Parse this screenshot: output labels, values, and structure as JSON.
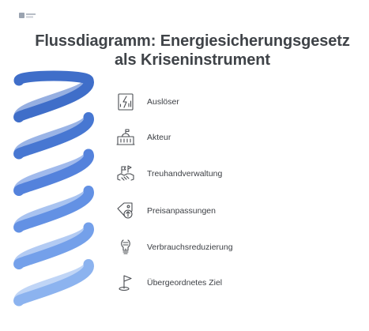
{
  "diagram": {
    "title": "Flussdiagramm: Energiesicherungsgesetz als Kriseninstrument",
    "spiral_colors": [
      "#3f6ec9",
      "#4777d2",
      "#5482dc",
      "#6391e4",
      "#74a0ea",
      "#8cb3ef"
    ],
    "steps": [
      {
        "label": "Auslöser",
        "icon": "lightning-chart-icon"
      },
      {
        "label": "Akteur",
        "icon": "government-building-icon"
      },
      {
        "label": "Treuhandverwaltung",
        "icon": "handshake-flag-icon"
      },
      {
        "label": "Preisanpassungen",
        "icon": "price-tag-up-icon"
      },
      {
        "label": "Verbrauchsreduzierung",
        "icon": "lightbulb-icon"
      },
      {
        "label": "Übergeordnetes Ziel",
        "icon": "golf-flag-icon"
      }
    ]
  }
}
